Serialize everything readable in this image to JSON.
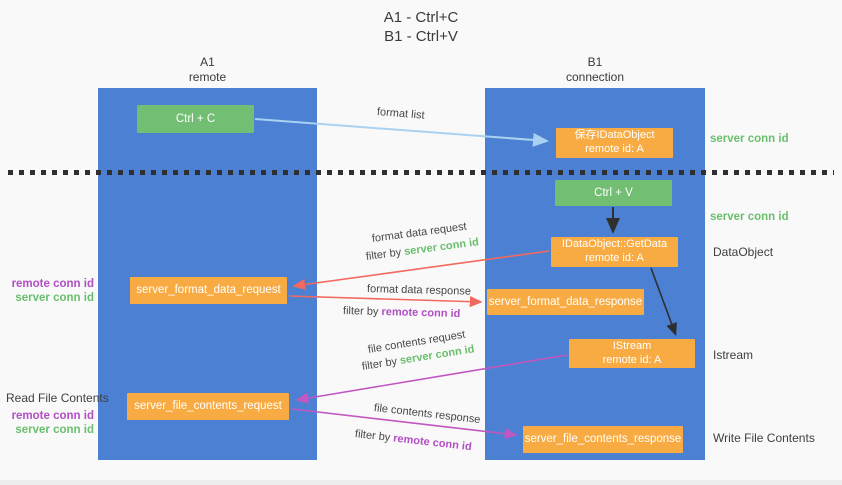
{
  "title": {
    "line1": "A1 - Ctrl+C",
    "line2": "B1 - Ctrl+V"
  },
  "colors": {
    "column_blue": "#4b80d3",
    "box_green": "#72bf74",
    "box_orange": "#f9ab43",
    "arrow_lightblue": "#a9d2f2",
    "arrow_red": "#f4695e",
    "arrow_magenta": "#c157c1",
    "arrow_black": "#2f2f2f",
    "text_green": "#6abf6e",
    "text_purple": "#b14ec4"
  },
  "columns": {
    "a": {
      "title": "A1",
      "subtitle": "remote"
    },
    "b": {
      "title": "B1",
      "subtitle": "connection"
    }
  },
  "nodes": {
    "ctrl_c": {
      "label": "Ctrl + C"
    },
    "ctrl_v": {
      "label": "Ctrl + V"
    },
    "save_dataobject": {
      "line1": "保存IDataObject",
      "line2": "remote id: A"
    },
    "getdata": {
      "line1": "IDataObject::GetData",
      "line2": "remote id: A"
    },
    "istream": {
      "line1": "IStream",
      "line2": "remote id: A"
    },
    "format_request": {
      "label": "server_format_data_request"
    },
    "format_response": {
      "label": "server_format_data_response"
    },
    "file_request": {
      "label": "server_file_contents_request"
    },
    "file_response": {
      "label": "server_file_contents_response"
    }
  },
  "arrow_labels": {
    "format_list": "format list",
    "format_data_request": "format data request",
    "format_data_request_filter": {
      "prefix": "filter by ",
      "value": "server conn id"
    },
    "format_data_response": "format data response",
    "format_data_response_filter": {
      "prefix": "filter by ",
      "value": "remote conn id"
    },
    "file_contents_request": "file contents request",
    "file_contents_request_filter": {
      "prefix": "filter by ",
      "value": "server conn id"
    },
    "file_contents_response": "file contents response",
    "file_contents_response_filter": {
      "prefix": "filter by ",
      "value": "remote conn id"
    }
  },
  "side_labels": {
    "right_server_conn_id_1": "server conn id",
    "right_server_conn_id_2": "server conn id",
    "right_dataobject": "DataObject",
    "right_istream": "Istream",
    "right_write_file": "Write File Contents",
    "left_remote_conn_id_1": "remote conn id",
    "left_server_conn_id_1": "server conn id",
    "left_read_file": "Read File Contents",
    "left_remote_conn_id_2": "remote conn id",
    "left_server_conn_id_2": "server conn id"
  }
}
